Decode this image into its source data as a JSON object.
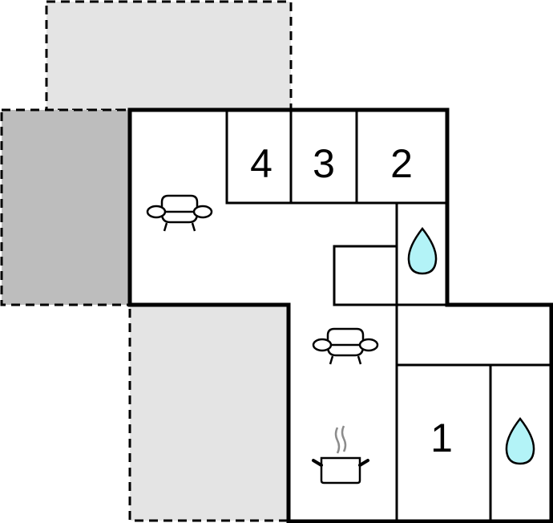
{
  "diagram": {
    "type": "floor_plan",
    "colors": {
      "outside_light": "#e4e4e4",
      "outside_dark": "#bdbdbd",
      "wall": "#000000",
      "water": "#b3f3f7",
      "steam": "#8c8c8c"
    },
    "rooms": [
      {
        "id": "bedroom-4",
        "label": "4"
      },
      {
        "id": "bedroom-3",
        "label": "3"
      },
      {
        "id": "bedroom-2",
        "label": "2"
      },
      {
        "id": "bedroom-1",
        "label": "1"
      }
    ],
    "icons": [
      {
        "name": "sofa",
        "room": "living-room-upper"
      },
      {
        "name": "sofa",
        "room": "living-room-lower"
      },
      {
        "name": "water-drop",
        "room": "bathroom-upper"
      },
      {
        "name": "water-drop",
        "room": "bathroom-lower"
      },
      {
        "name": "cooking-pot",
        "room": "kitchen"
      }
    ],
    "outdoor_areas": [
      {
        "id": "terrace-top",
        "style": "dashed",
        "shade": "light"
      },
      {
        "id": "terrace-left",
        "style": "dashed",
        "shade": "dark"
      },
      {
        "id": "terrace-bottom-left",
        "style": "dashed",
        "shade": "light"
      }
    ]
  }
}
